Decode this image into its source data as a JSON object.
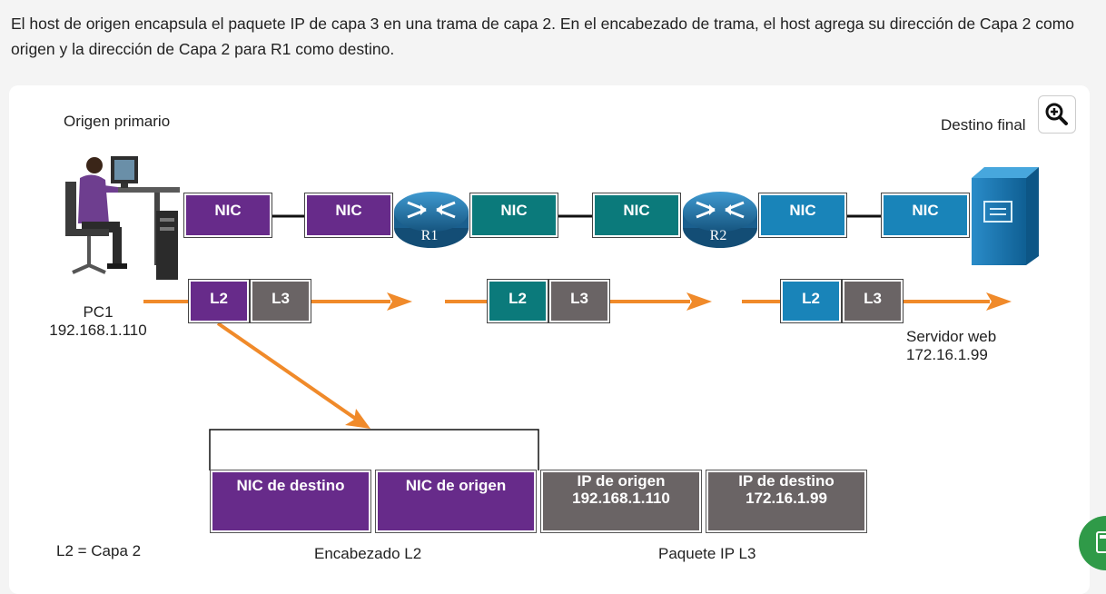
{
  "intro_text": "El host de origen encapsula el paquete IP de capa 3 en una trama de capa 2. En el encabezado de trama, el host agrega su dirección de Capa 2 como origen y la dirección de Capa 2 para R1 como destino.",
  "diagram": {
    "origin_label": "Origen primario",
    "destination_label": "Destino final",
    "pc": {
      "name": "PC1",
      "ip": "192.168.1.110"
    },
    "server": {
      "name": "Servidor web",
      "ip": "172.16.1.99"
    },
    "routers": [
      "R1",
      "R2"
    ],
    "nics": [
      "NIC",
      "NIC",
      "NIC",
      "NIC",
      "NIC",
      "NIC"
    ],
    "frames": [
      {
        "l2": "L2",
        "l3": "L3"
      },
      {
        "l2": "L2",
        "l3": "L3"
      },
      {
        "l2": "L2",
        "l3": "L3"
      }
    ],
    "frame_detail": {
      "dest_nic": "NIC de destino",
      "src_nic": "NIC de origen",
      "src_ip_label": "IP de origen",
      "src_ip": "192.168.1.110",
      "dst_ip_label": "IP de destino",
      "dst_ip": "172.16.1.99"
    },
    "legend": "L2 = Capa 2",
    "header_label": "Encabezado L2",
    "packet_label": "Paquete IP L3"
  },
  "colors": {
    "purple": "#672b8a",
    "teal": "#0b7a7b",
    "blue": "#1984b9",
    "gray": "#6a6465",
    "arrow_orange": "#f08a2a",
    "router_blue": "#1f76a8"
  },
  "icons": [
    "zoom-in-icon",
    "router-icon",
    "server-icon",
    "person-at-computer-icon"
  ]
}
